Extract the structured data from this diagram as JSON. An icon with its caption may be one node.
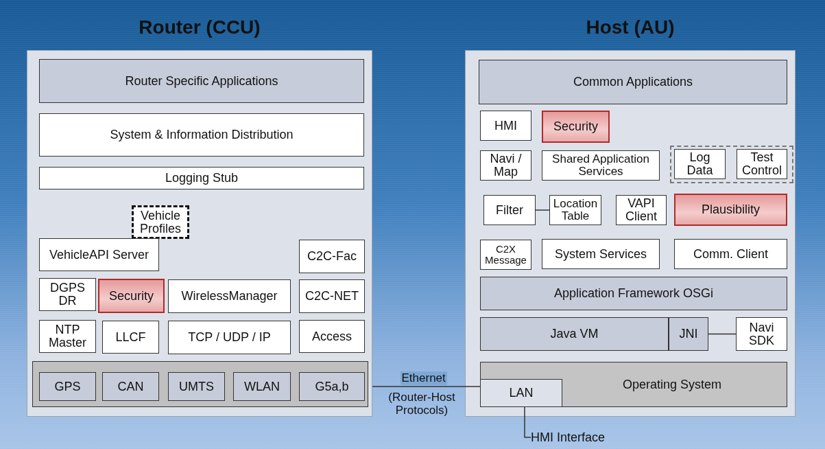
{
  "diagram": {
    "nodes": [
      {
        "text": [
          "Router (CCU)"
        ]
      },
      {
        "text": [
          "Router Specific Applications"
        ],
        "in": 0
      },
      {
        "text": [
          "System & Information Distribution"
        ],
        "in": 0
      },
      {
        "text": [
          "Logging Stub"
        ],
        "in": 0
      },
      {
        "text": [
          "Vehicle Profiles"
        ],
        "in": 0
      },
      {
        "text": [
          "VehicleAPI Server"
        ],
        "in": 0
      },
      {
        "text": [
          "C2C-Fac"
        ],
        "in": 0
      },
      {
        "text": [
          "DGPS DR"
        ],
        "in": 0
      },
      {
        "text": [
          "Security"
        ],
        "in": 0
      },
      {
        "text": [
          "WirelessManager"
        ],
        "in": 0
      },
      {
        "text": [
          "C2C-NET"
        ],
        "in": 0
      },
      {
        "text": [
          "NTP Master"
        ],
        "in": 0
      },
      {
        "text": [
          "LLCF"
        ],
        "in": 0
      },
      {
        "text": [
          "TCP / UDP / IP"
        ],
        "in": 0
      },
      {
        "text": [
          "Access"
        ],
        "in": 0
      },
      {
        "text": [],
        "shape": "bar",
        "in": 0
      },
      {
        "text": [
          "GPS"
        ],
        "in": 15
      },
      {
        "text": [
          "CAN"
        ],
        "in": 15
      },
      {
        "text": [
          "UMTS"
        ],
        "in": 15
      },
      {
        "text": [
          "WLAN"
        ],
        "in": 15
      },
      {
        "text": [
          "G5a,b"
        ],
        "in": 15
      },
      {
        "text": [
          "Host (AU)"
        ]
      },
      {
        "text": [
          "Common Applications"
        ],
        "in": 21
      },
      {
        "text": [
          "HMI"
        ],
        "in": 21
      },
      {
        "text": [
          "Security"
        ],
        "in": 21
      },
      {
        "text": [
          "Navi / Map"
        ],
        "in": 21
      },
      {
        "text": [
          "Shared Application Services"
        ],
        "in": 21
      },
      {
        "text": [],
        "shape": "box",
        "in": 21
      },
      {
        "text": [
          "Log Data"
        ],
        "in": 27
      },
      {
        "text": [
          "Test Control"
        ],
        "in": 27
      },
      {
        "text": [
          "Filter"
        ],
        "in": 21
      },
      {
        "text": [
          "Location Table"
        ],
        "in": 21
      },
      {
        "text": [
          "VAPI Client"
        ],
        "in": 21
      },
      {
        "text": [
          "Plausibility"
        ],
        "in": 21
      },
      {
        "text": [
          "C2X Message"
        ],
        "in": 21
      },
      {
        "text": [
          "System Services"
        ],
        "in": 21
      },
      {
        "text": [
          "Comm. Client"
        ],
        "in": 21
      },
      {
        "text": [
          "Application Framework OSGi"
        ],
        "in": 21
      },
      {
        "text": [
          "Java VM"
        ],
        "in": 21
      },
      {
        "text": [
          "JNI"
        ],
        "in": 21
      },
      {
        "text": [
          "Navi SDK"
        ],
        "in": 21
      },
      {
        "text": [
          "Operating System"
        ],
        "in": 21
      },
      {
        "text": [
          "LAN"
        ],
        "in": 41
      },
      {
        "text": [
          "HMI Interface"
        ]
      }
    ],
    "edges": [
      {
        "from": 30,
        "to": 31,
        "arrow": "none"
      },
      {
        "from": 39,
        "to": 40,
        "arrow": "none"
      },
      {
        "from": 0,
        "to": 42,
        "arrow": "none",
        "label": "Ethernet"
      },
      {
        "from": 42,
        "to": 43,
        "arrow": "none"
      }
    ],
    "labels": [
      "(Router-Host Protocols)"
    ]
  }
}
